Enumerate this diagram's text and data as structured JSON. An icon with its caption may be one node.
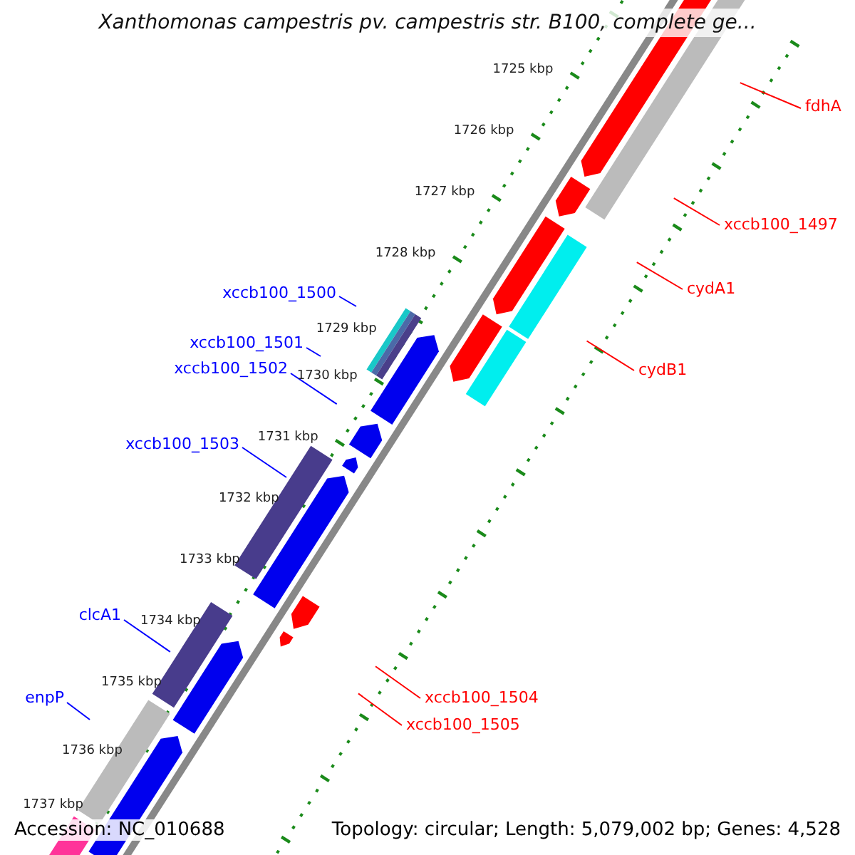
{
  "diagram": {
    "title": "Xanthomonas campestris pv. campestris str. B100, complete ge...",
    "nodes": [
      {
        "text": [
          "fdhA"
        ]
      },
      {
        "text": [
          "xccb100_1497"
        ]
      },
      {
        "text": [
          "cydA1"
        ]
      },
      {
        "text": [
          "xccb100_1500"
        ]
      },
      {
        "text": [
          "xccb100_1501"
        ]
      },
      {
        "text": [
          "cydB1"
        ]
      },
      {
        "text": [
          "xccb100_1502"
        ]
      },
      {
        "text": [
          "xccb100_1503"
        ]
      },
      {
        "text": [
          "clcA1"
        ]
      },
      {
        "text": [
          "xccb100_1504"
        ]
      },
      {
        "text": [
          "enpP"
        ]
      },
      {
        "text": [
          "xccb100_1505"
        ]
      }
    ],
    "edges": [
      {
        "from": 0,
        "to": null,
        "arrow": "none",
        "color": "#ff0000"
      },
      {
        "from": 1,
        "to": null,
        "arrow": "none",
        "color": "#ff0000"
      },
      {
        "from": 2,
        "to": null,
        "arrow": "none",
        "color": "#ff0000"
      },
      {
        "from": 3,
        "to": null,
        "arrow": "none",
        "color": "#0000ff"
      },
      {
        "from": 4,
        "to": null,
        "arrow": "none",
        "color": "#0000ff"
      },
      {
        "from": 5,
        "to": null,
        "arrow": "none",
        "color": "#ff0000"
      },
      {
        "from": 6,
        "to": null,
        "arrow": "none",
        "color": "#0000ff"
      },
      {
        "from": 7,
        "to": null,
        "arrow": "none",
        "color": "#0000ff"
      },
      {
        "from": 8,
        "to": null,
        "arrow": "none",
        "color": "#0000ff"
      },
      {
        "from": 9,
        "to": null,
        "arrow": "none",
        "color": "#ff0000"
      },
      {
        "from": 10,
        "to": null,
        "arrow": "none",
        "color": "#0000ff"
      },
      {
        "from": 11,
        "to": null,
        "arrow": "none",
        "color": "#ff0000"
      }
    ],
    "labels": [
      "1725 kbp",
      "1726 kbp",
      "1727 kbp",
      "1728 kbp",
      "1729 kbp",
      "1730 kbp",
      "1731 kbp",
      "1732 kbp",
      "1733 kbp",
      "1734 kbp",
      "1735 kbp",
      "1736 kbp",
      "1737 kbp",
      "Accession: NC_010688",
      "Topology: circular; Length: 5,079,002 bp; Genes: 4,528"
    ]
  }
}
